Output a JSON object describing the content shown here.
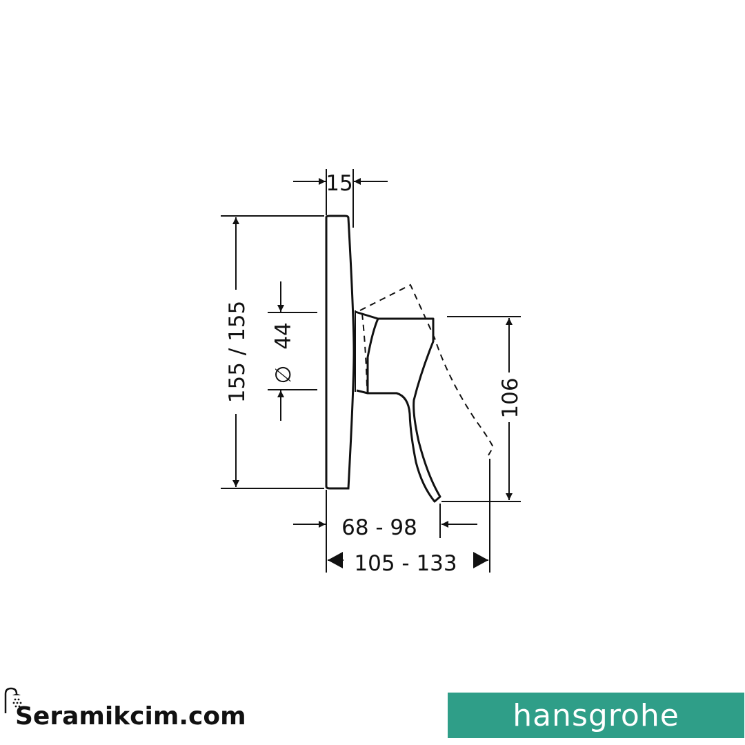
{
  "drawing": {
    "dimensions": {
      "depth_plate": "15",
      "height_plate": "155 / 155",
      "diameter_symbol": "∅",
      "diameter_value": "44",
      "handle_height": "106",
      "projection_handle": "68 - 98",
      "projection_total": "105 - 133"
    },
    "line_color": "#111111"
  },
  "branding": {
    "retailer": "Seramikcim.com",
    "manufacturer": "hansgrohe",
    "manufacturer_bg": "#2f9e88"
  }
}
